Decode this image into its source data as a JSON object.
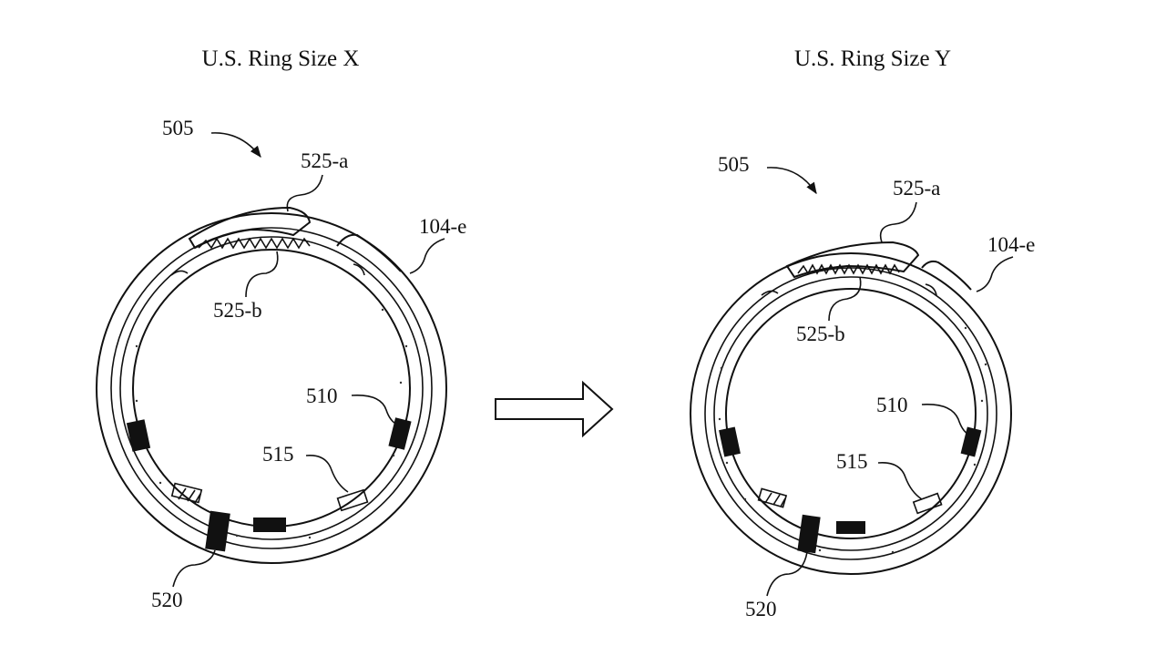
{
  "figure": {
    "left": {
      "title": "U.S. Ring Size X",
      "labels": {
        "ring_assembly": "505",
        "tooth_upper": "525-a",
        "tooth_lower": "525-b",
        "housing": "104-e",
        "sensor_block": "510",
        "sensor_window": "515",
        "bottom_block": "520"
      }
    },
    "right": {
      "title": "U.S. Ring Size Y",
      "labels": {
        "ring_assembly": "505",
        "tooth_upper": "525-a",
        "tooth_lower": "525-b",
        "housing": "104-e",
        "sensor_block": "510",
        "sensor_window": "515",
        "bottom_block": "520"
      }
    },
    "transition_arrow_icon": "hollow-right-arrow-icon",
    "colors": {
      "ink": "#111111",
      "background": "#ffffff"
    }
  }
}
